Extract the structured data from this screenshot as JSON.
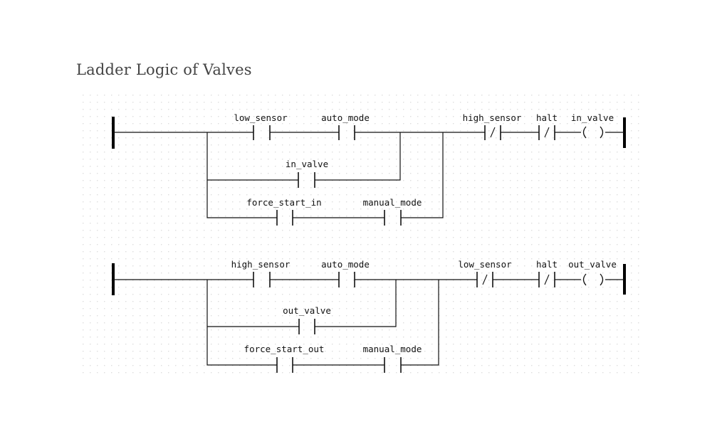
{
  "title": "Ladder Logic of Valves",
  "rungs": [
    {
      "coil": "in_valve",
      "series_contacts": [
        "low_sensor",
        "auto_mode"
      ],
      "seal_in_contact": "in_valve",
      "manual_contacts": [
        "force_start_in",
        "manual_mode"
      ],
      "nc_contacts": [
        "high_sensor",
        "halt"
      ]
    },
    {
      "coil": "out_valve",
      "series_contacts": [
        "high_sensor",
        "auto_mode"
      ],
      "seal_in_contact": "out_valve",
      "manual_contacts": [
        "force_start_out",
        "manual_mode"
      ],
      "nc_contacts": [
        "low_sensor",
        "halt"
      ]
    }
  ],
  "symbols": {
    "nc_mark": "/",
    "coil_left": "(",
    "coil_right": ")"
  },
  "colors": {
    "line": "#111111",
    "rail": "#000000",
    "grid_dot": "#d0d0d0",
    "title": "#444444"
  }
}
